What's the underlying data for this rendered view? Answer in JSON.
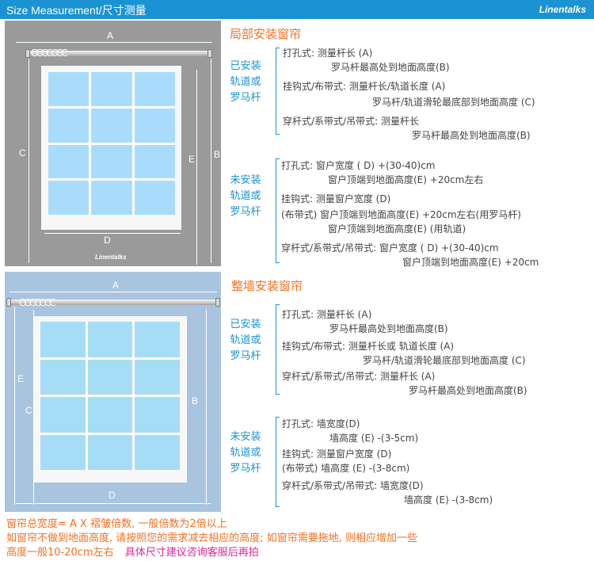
{
  "header": {
    "title": "Size Measurement/尺寸测量",
    "logo": "Linentalks"
  },
  "diagram1": {
    "label_a": "A",
    "label_b": "B",
    "label_c": "C",
    "label_d": "D",
    "label_e": "E",
    "rings": "CCCCCCC",
    "logo": "Linentalks"
  },
  "diagram2": {
    "label_a": "A",
    "label_b": "B",
    "label_c": "C",
    "label_d": "D",
    "label_e": "E",
    "rings": "CCCCCCC"
  },
  "section1": {
    "title": "局部安装窗帘",
    "installed": {
      "label_lines": [
        "已安装",
        "轨道或",
        "罗马杆"
      ],
      "lines": [
        "打孔式:  测量杆长 (A)",
        "罗马杆最高处到地面高度(B)",
        "挂钩式/布带式: 测量杆长/轨道长度 (A)",
        "罗马杆/轨道滑轮最底部到地面高度 (C)",
        "穿杆式/系带式/吊带式:   测量杆长",
        "罗马杆最高处到地面高度(B)"
      ]
    },
    "uninstalled": {
      "label_lines": [
        "未安装",
        "轨道或",
        "罗马杆"
      ],
      "lines": [
        "打孔式:  窗户宽度  ( D) +(30-40)cm",
        "窗户顶端到地面高度(E) +20cm左右",
        "挂钩式: 测量窗户宽度 (D)",
        "(布带式) 窗户顶端到地面高度(E) +20cm左右(用罗马杆)",
        "窗户顶端到地面高度(E) (用轨道)",
        "穿杆式/系带式/吊带式: 窗户宽度  ( D) +(30-40)cm",
        "窗户顶端到地面高度(E) +20cm"
      ]
    }
  },
  "section2": {
    "title": "整墙安装窗帘",
    "installed": {
      "label_lines": [
        "已安装",
        "轨道或",
        "罗马杆"
      ],
      "lines": [
        "打孔式:  测量杆长 (A)",
        "罗马杆最高处到地面高度(B)",
        "挂钩式/布带式: 测量杆长或 轨道长度 (A)",
        "罗马杆/轨道滑轮最底部到地面高度 (C)",
        "穿杆式/系带式/吊带式:   测量杆长 (A)",
        "罗马杆最高处到地面高度(B)"
      ]
    },
    "uninstalled": {
      "label_lines": [
        "未安装",
        "轨道或",
        "罗马杆"
      ],
      "lines": [
        "打孔式:  墙宽度(D)",
        "墙高度 (E) -(3-5cm)",
        "挂钩式: 测量窗户宽度 (D)",
        "(布带式) 墙高度 (E) -(3-8cm)",
        "穿杆式/系带式/吊带式: 墙宽度(D)",
        "墙高度 (E) -(3-8cm)"
      ]
    }
  },
  "footer": {
    "line1": "窗帘总宽度= A X 褶皱倍数,  一般倍数为2倍以上",
    "line2": "如窗帘不做到地面高度, 请按照您的需求减去相应的高度; 如窗帘需要拖地, 则相应增加一些",
    "line3_prefix": "高度一般10-20cm左右",
    "line3_highlight": "具体尺寸建议咨询客服后再拍"
  },
  "colors": {
    "header_bg": "#1b93d2",
    "accent_orange": "#f37021",
    "accent_blue": "#1b93d2",
    "highlight_magenta": "#e0249a",
    "panel1_bg": "#9a9a9a",
    "panel2_bg": "#a8c4df"
  }
}
